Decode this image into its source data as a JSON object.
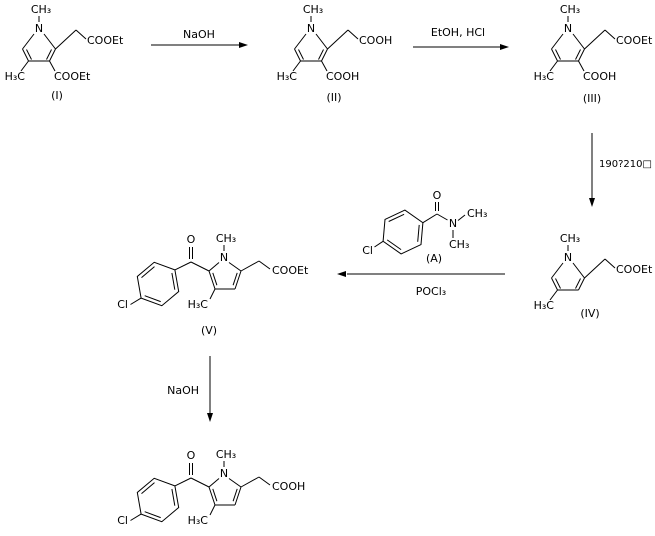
{
  "colors": {
    "ink": "#000000",
    "background": "#ffffff"
  },
  "compounds": {
    "c1": {
      "n_methyl": "CH₃",
      "ring_nitrogen": "N",
      "side_chain": "COOEt",
      "c3_substituent": "COOEt",
      "c4_methyl": "H₃C",
      "label": "(I)"
    },
    "c2": {
      "n_methyl": "CH₃",
      "ring_nitrogen": "N",
      "side_chain": "COOH",
      "c3_substituent": "COOH",
      "c4_methyl": "H₃C",
      "label": "(II)"
    },
    "c3": {
      "n_methyl": "CH₃",
      "ring_nitrogen": "N",
      "side_chain": "COOEt",
      "c3_substituent": "COOH",
      "c4_methyl": "H₃C",
      "label": "(III)"
    },
    "c4": {
      "n_methyl": "CH₃",
      "ring_nitrogen": "N",
      "side_chain": "COOEt",
      "c4_methyl": "H₃C",
      "label": "(IV)"
    },
    "amide": {
      "carbonyl_oxygen": "O",
      "amide_nitrogen": "N",
      "n_methyl_1": "CH₃",
      "n_methyl_2": "CH₃",
      "chloro": "Cl",
      "label": "(A)"
    },
    "c5": {
      "carbonyl_oxygen": "O",
      "chloro": "Cl",
      "n_methyl": "CH₃",
      "ring_nitrogen": "N",
      "side_chain": "COOEt",
      "c4_methyl": "H₃C",
      "label": "(V)"
    },
    "c6": {
      "carbonyl_oxygen": "O",
      "chloro": "Cl",
      "n_methyl": "CH₃",
      "ring_nitrogen": "N",
      "side_chain": "COOH",
      "c4_methyl": "H₃C"
    }
  },
  "reagents": {
    "step1_above": "NaOH",
    "step2_above": "EtOH, HCl",
    "step3_right": "190?210□",
    "step4_below": "POCl₃",
    "step5_left": "NaOH"
  }
}
